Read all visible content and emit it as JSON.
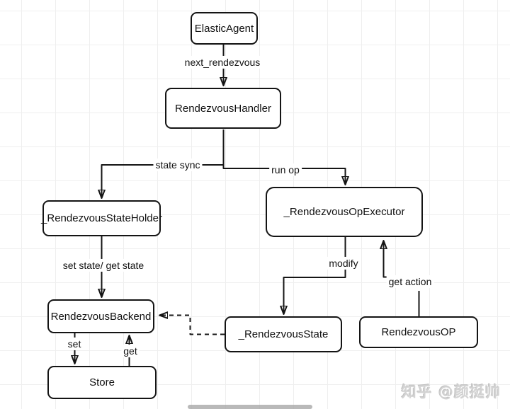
{
  "nodes": {
    "elastic_agent": "ElasticAgent",
    "rendezvous_handler": "RendezvousHandler",
    "rendezvous_state_holder": "_RendezvousStateHolder",
    "rendezvous_op_executor": "_RendezvousOpExecutor",
    "rendezvous_backend": "RendezvousBackend",
    "rendezvous_state": "_RendezvousState",
    "rendezvous_op": "RendezvousOP",
    "store": "Store"
  },
  "edges": {
    "next_rendezvous": "next_rendezvous",
    "state_sync": "state sync",
    "run_op": "run op",
    "set_get_state": "set state/ get state",
    "set": "set",
    "get": "get",
    "modify": "modify",
    "get_action": "get action"
  },
  "connections": [
    {
      "from": "ElasticAgent",
      "to": "RendezvousHandler",
      "label": "next_rendezvous",
      "style": "solid"
    },
    {
      "from": "RendezvousHandler",
      "to": "_RendezvousStateHolder",
      "label": "state sync",
      "style": "solid"
    },
    {
      "from": "RendezvousHandler",
      "to": "_RendezvousOpExecutor",
      "label": "run op",
      "style": "solid"
    },
    {
      "from": "_RendezvousStateHolder",
      "to": "RendezvousBackend",
      "label": "set state/ get state",
      "style": "solid"
    },
    {
      "from": "RendezvousBackend",
      "to": "Store",
      "label": "set",
      "style": "solid"
    },
    {
      "from": "Store",
      "to": "RendezvousBackend",
      "label": "get",
      "style": "solid"
    },
    {
      "from": "_RendezvousOpExecutor",
      "to": "_RendezvousState",
      "label": "modify",
      "style": "solid"
    },
    {
      "from": "RendezvousOP",
      "to": "_RendezvousOpExecutor",
      "label": "get action",
      "style": "solid"
    },
    {
      "from": "_RendezvousState",
      "to": "RendezvousBackend",
      "label": "",
      "style": "dashed"
    }
  ],
  "watermark": {
    "text": "知乎 @颜挺帅"
  },
  "colors": {
    "stroke": "#151515",
    "node_fill": "#ffffff",
    "grid": "#efefef",
    "background": "#ffffff",
    "watermark": "#d3d3d3"
  }
}
